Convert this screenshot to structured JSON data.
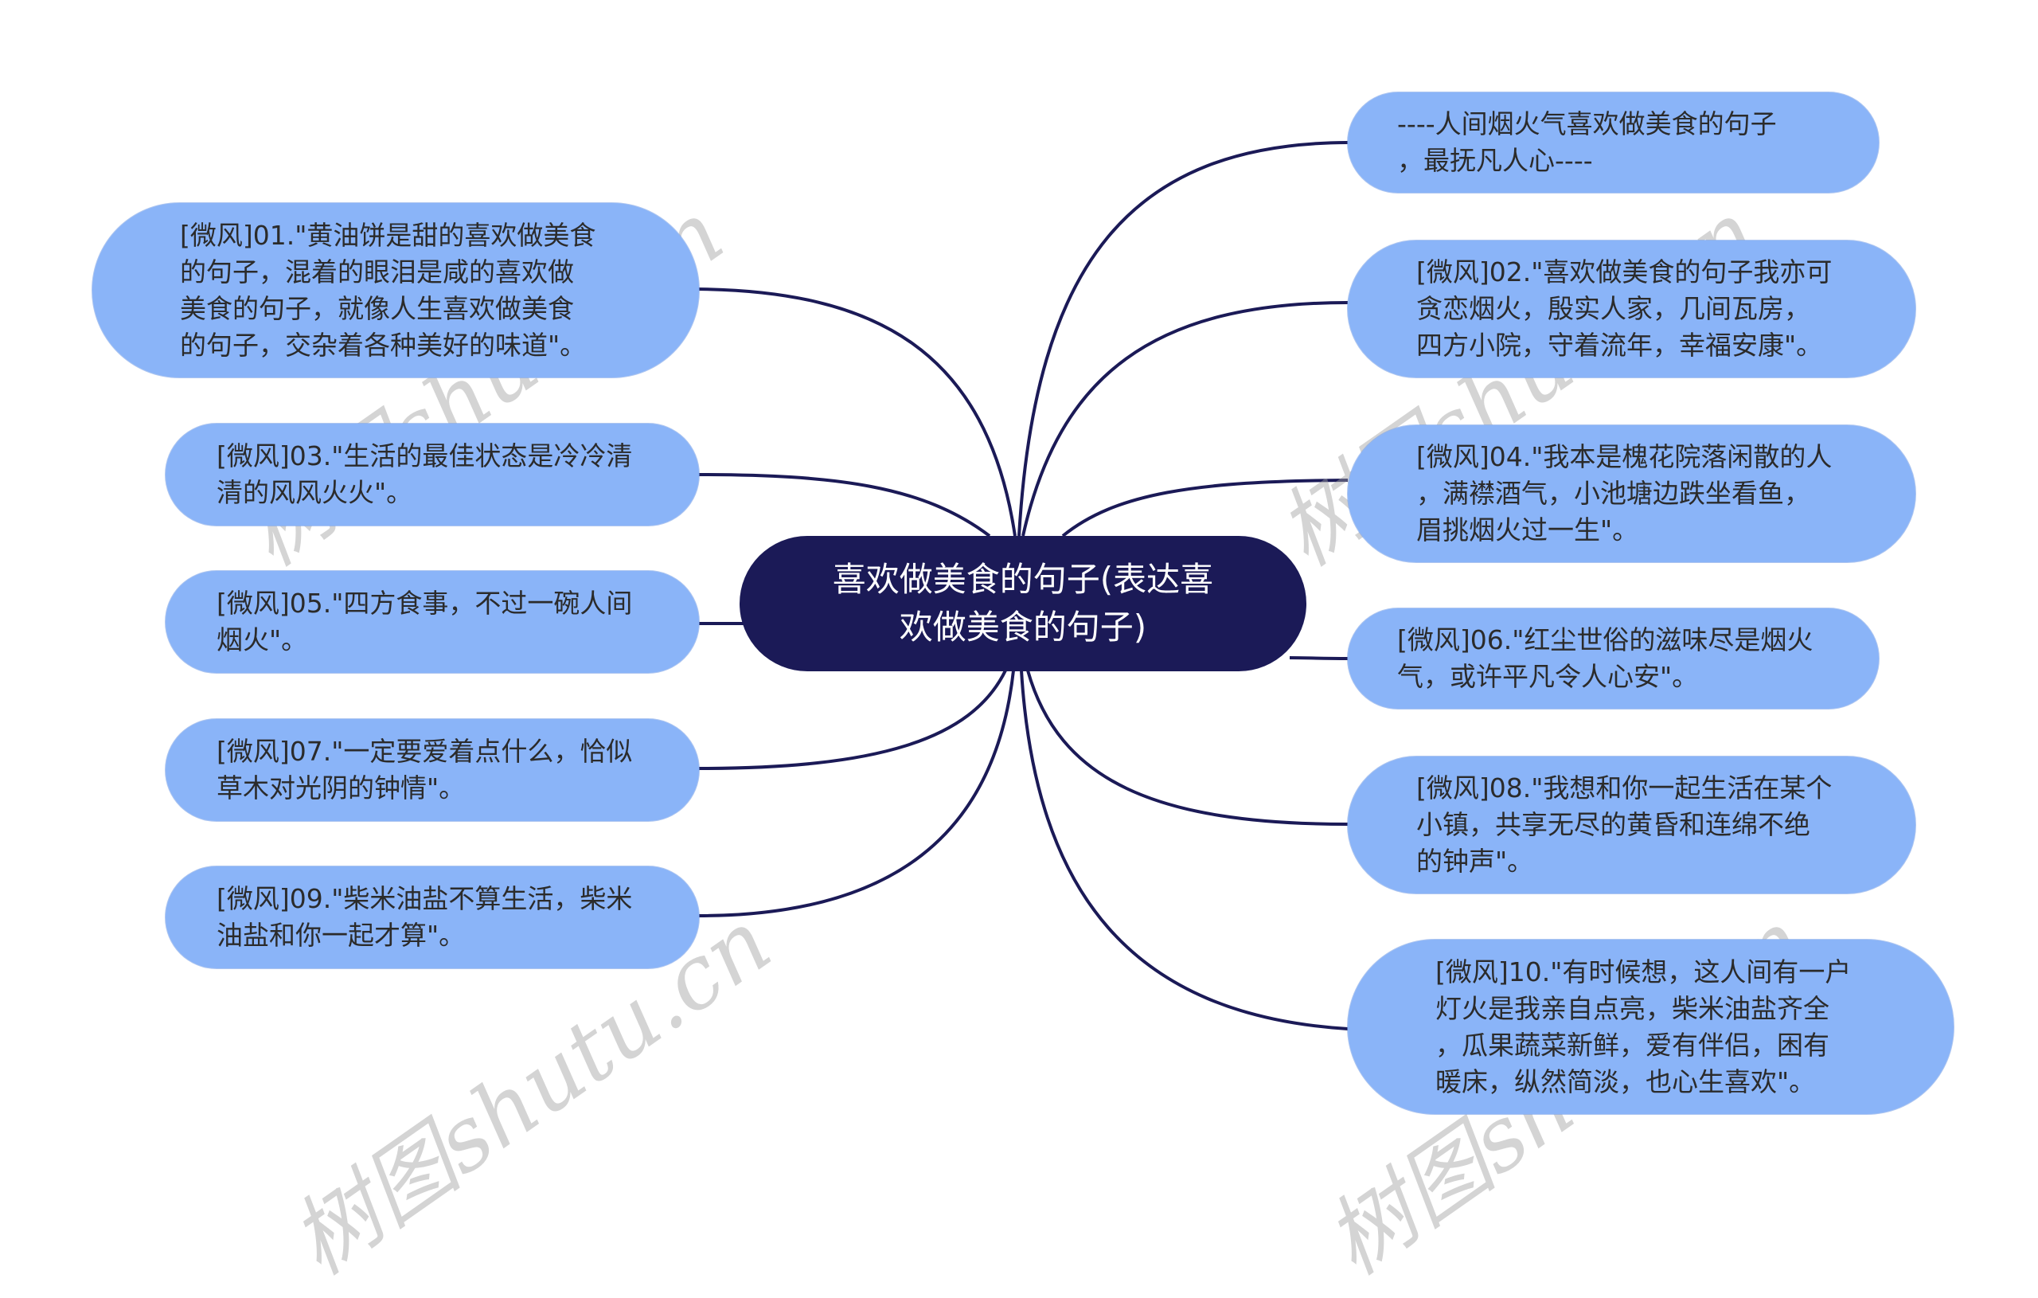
{
  "mindmap": {
    "colors": {
      "background": "#ffffff",
      "center_fill": "#1B1A57",
      "center_text": "#ffffff",
      "node_fill": "#8AB4F8",
      "node_text": "#2b2b2b",
      "connector": "#1B1A57",
      "watermark": "#c8c8c8"
    },
    "center": {
      "label": "喜欢做美食的句子(表达喜\n欢做美食的句子)"
    },
    "right_nodes": [
      {
        "label": "----人间烟火气喜欢做美食的句子\n，最抚凡人心----"
      },
      {
        "label": "[微风]02.\"喜欢做美食的句子我亦可\n贪恋烟火，殷实人家，几间瓦房，\n四方小院，守着流年，幸福安康\"。"
      },
      {
        "label": "[微风]04.\"我本是槐花院落闲散的人\n，满襟酒气，小池塘边跌坐看鱼，\n眉挑烟火过一生\"。"
      },
      {
        "label": "[微风]06.\"红尘世俗的滋味尽是烟火\n气，或许平凡令人心安\"。"
      },
      {
        "label": "[微风]08.\"我想和你一起生活在某个\n小镇，共享无尽的黄昏和连绵不绝\n的钟声\"。"
      },
      {
        "label": "[微风]10.\"有时候想，这人间有一户\n灯火是我亲自点亮，柴米油盐齐全\n，瓜果蔬菜新鲜，爱有伴侣，困有\n暖床，纵然简淡，也心生喜欢\"。"
      }
    ],
    "left_nodes": [
      {
        "label": "[微风]01.\"黄油饼是甜的喜欢做美食\n的句子，混着的眼泪是咸的喜欢做\n美食的句子，就像人生喜欢做美食\n的句子，交杂着各种美好的味道\"。"
      },
      {
        "label": "[微风]03.\"生活的最佳状态是冷冷清\n清的风风火火\"。"
      },
      {
        "label": "[微风]05.\"四方食事，不过一碗人间\n烟火\"。"
      },
      {
        "label": "[微风]07.\"一定要爱着点什么，恰似\n草木对光阴的钟情\"。"
      },
      {
        "label": "[微风]09.\"柴米油盐不算生活，柴米\n油盐和你一起才算\"。"
      }
    ],
    "watermarks": [
      "树图shutu.cn",
      "树图shutu.cn",
      "树图shutu.cn",
      "树图shutu.cn"
    ]
  }
}
